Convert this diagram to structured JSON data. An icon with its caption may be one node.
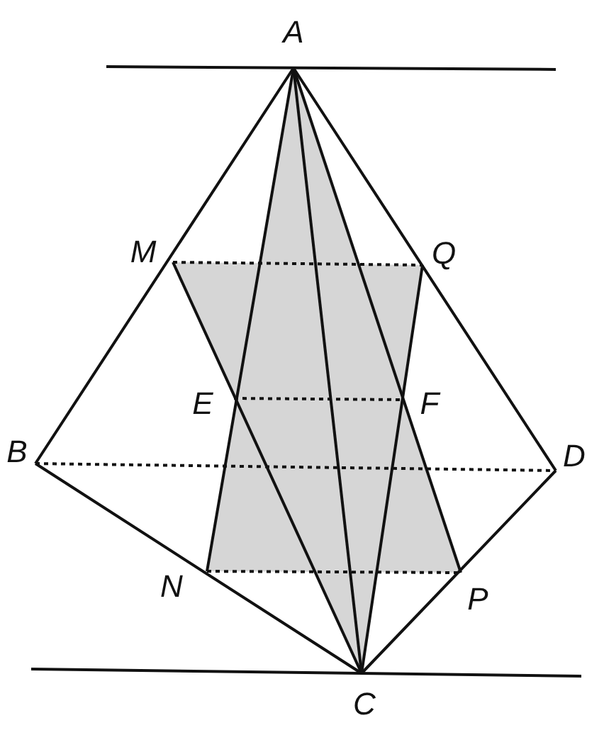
{
  "diagram": {
    "labels": [
      "A",
      "M",
      "Q",
      "E",
      "F",
      "B",
      "D",
      "N",
      "P",
      "C"
    ]
  }
}
